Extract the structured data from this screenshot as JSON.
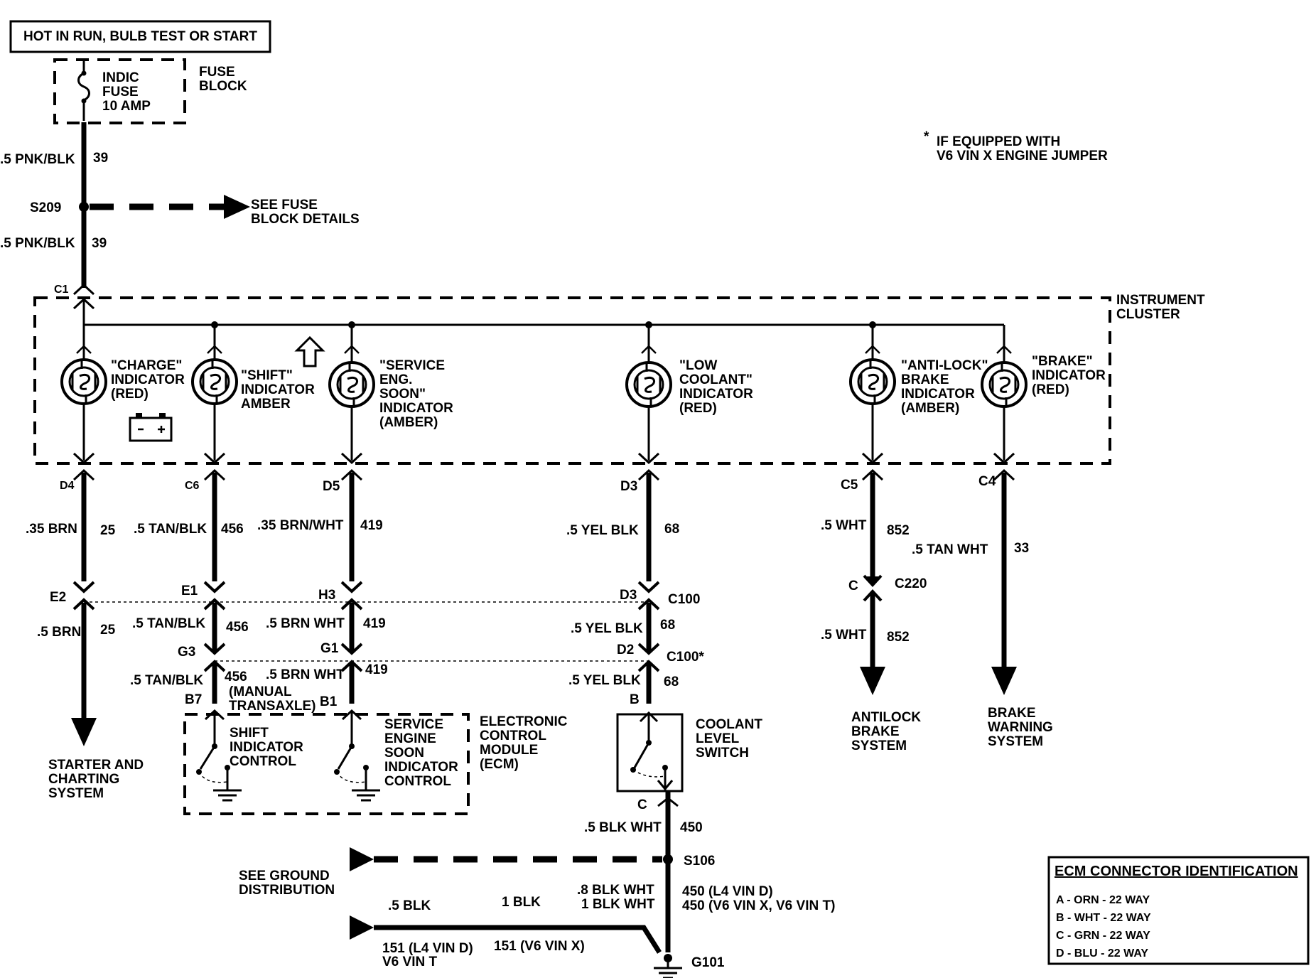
{
  "header": {
    "power_label": "HOT IN RUN, BULB TEST OR START"
  },
  "fuse": {
    "line1": "INDIC",
    "line2": "FUSE",
    "line3": "10 AMP",
    "block1": "FUSE",
    "block2": "BLOCK"
  },
  "footnote": {
    "star": "*",
    "line1": "IF EQUIPPED WITH",
    "line2": "V6 VIN X ENGINE JUMPER"
  },
  "feed": {
    "wire_top": ".5 PNK/BLK",
    "circuit_top": "39",
    "splice": "S209",
    "see1": "SEE FUSE",
    "see2": "BLOCK DETAILS",
    "wire_bot": ".5 PNK/BLK",
    "circuit_bot": "39",
    "c1": "C1"
  },
  "cluster": {
    "title1": "INSTRUMENT",
    "title2": "CLUSTER"
  },
  "lamps": {
    "charge": [
      "\"CHARGE\"",
      "INDICATOR",
      "(RED)"
    ],
    "shift": [
      "\"SHIFT\"",
      "INDICATOR",
      "AMBER"
    ],
    "ses": [
      "\"SERVICE",
      "ENG.",
      "SOON\"",
      "INDICATOR",
      "(AMBER)"
    ],
    "coolant": [
      "\"LOW",
      "COOLANT\"",
      "INDICATOR",
      "(RED)"
    ],
    "abs": [
      "\"ANTI-LOCK\"",
      "BRAKE",
      "INDICATOR",
      "(AMBER)"
    ],
    "brake": [
      "\"BRAKE\"",
      "INDICATOR",
      "(RED)"
    ]
  },
  "pins": {
    "d4": "D4",
    "c6": "C6",
    "d5": "D5",
    "d3": "D3",
    "c5": "C5",
    "c4": "C4"
  },
  "wires": {
    "w25": ".35 BRN",
    "c25": "25",
    "w456": ".5 TAN/BLK",
    "c456": "456",
    "w419": ".35 BRN/WHT",
    "c419": "419",
    "w68": ".5 YEL BLK",
    "c68": "68",
    "w852": ".5 WHT",
    "c852": "852",
    "w33": ".5 TAN WHT",
    "c33": "33"
  },
  "c100": {
    "e2": "E2",
    "e1": "E1",
    "h3": "H3",
    "d3": "D3",
    "name": "C100",
    "w25": ".5 BRN",
    "c25": "25",
    "w456": ".5 TAN/BLK",
    "c456": "456",
    "w419": ".5 BRN WHT",
    "c419": "419",
    "w68": ".5 YEL BLK",
    "c68": "68"
  },
  "c100b": {
    "g3": "G3",
    "g1": "G1",
    "d2": "D2",
    "name": "C100*",
    "w456": ".5 TAN/BLK",
    "c456": "456",
    "manual1": "(MANUAL",
    "manual2": "TRANSAXLE)",
    "w419": ".5 BRN WHT",
    "c419": "419",
    "w68": ".5 YEL BLK",
    "c68": "68",
    "b7": "B7",
    "b1": "B1",
    "b": "B"
  },
  "c220": {
    "c": "C",
    "name": "C220",
    "w852": ".5 WHT",
    "c852": "852"
  },
  "dest": {
    "starter": [
      "STARTER AND",
      "CHARTING",
      "SYSTEM"
    ],
    "antilock": [
      "ANTILOCK",
      "BRAKE",
      "SYSTEM"
    ],
    "brake": [
      "BRAKE",
      "WARNING",
      "SYSTEM"
    ]
  },
  "ecm": {
    "shift": [
      "SHIFT",
      "INDICATOR",
      "CONTROL"
    ],
    "ses": [
      "SERVICE",
      "ENGINE",
      "SOON",
      "INDICATOR",
      "CONTROL"
    ],
    "label": [
      "ELECTRONIC",
      "CONTROL",
      "MODULE",
      "(ECM)"
    ]
  },
  "coolant_switch": {
    "label": [
      "COOLANT",
      "LEVEL",
      "SWITCH"
    ],
    "pin_c": "C"
  },
  "ground": {
    "w450": ".5 BLK WHT",
    "c450": "450",
    "splice": "S106",
    "see1": "SEE GROUND",
    "see2": "DISTRIBUTION",
    "w5blk": ".5 BLK",
    "w1blk": "1 BLK",
    "w8bw": ".8 BLK WHT",
    "w1bw": "1 BLK WHT",
    "v450a": "450 (L4 VIN D)",
    "v450b": "450 (V6 VIN X, V6 VIN T)",
    "v151a": "151 (L4 VIN D)",
    "v151b": "V6 VIN T",
    "v151c": "151 (V6 VIN X)",
    "g101": "G101"
  },
  "ecm_ident": {
    "title": "ECM CONNECTOR IDENTIFICATION",
    "rows": [
      "A - ORN - 22 WAY",
      "B - WHT - 22 WAY",
      "C - GRN - 22 WAY",
      "D - BLU - 22 WAY"
    ]
  }
}
